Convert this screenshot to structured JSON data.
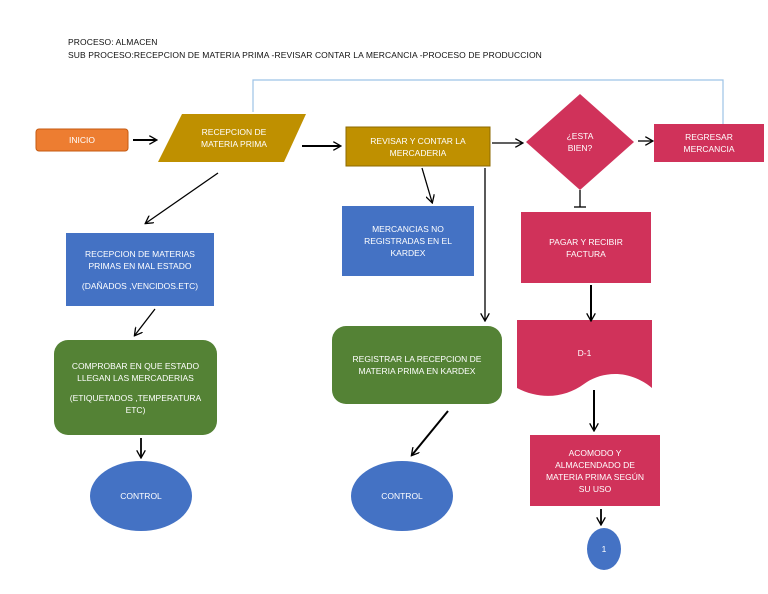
{
  "header": {
    "proceso": "PROCESO: ALMACEN",
    "sub_proceso": "SUB PROCESO:RECEPCION DE MATERIA PRIMA -REVISAR CONTAR LA MERCANCIA -PROCESO DE PRODUCCION"
  },
  "nodes": {
    "inicio": "INICIO",
    "recepcion_mp": "RECEPCION DE\nMATERIA PRIMA",
    "revisar_contar": "REVISAR Y CONTAR LA\nMERCADERIA",
    "esta_bien": "¿ESTA\nBIEN?",
    "regresar": "REGRESAR\nMERCANCIA",
    "mal_estado": "RECEPCION DE MATERIAS\nPRIMAS EN MAL ESTADO",
    "mal_estado_sub": "(DAÑADOS ,VENCIDOS.ETC)",
    "no_registradas": "MERCANCIAS NO\nREGISTRADAS EN EL\nKARDEX",
    "pagar_factura": "PAGAR Y RECIBIR\nFACTURA",
    "comprobar": "COMPROBAR EN QUE ESTADO\nLLEGAN LAS MERCADERIAS",
    "comprobar_sub": "(ETIQUETADOS ,TEMPERATURA\nETC)",
    "registrar_kardex": "REGISTRAR LA RECEPCION DE\nMATERIA PRIMA EN KARDEX",
    "documento": "D-1",
    "acomodo": "ACOMODO Y\nALMACENDADO DE\nMATERIA PRIMA SEGÚN\nSU USO",
    "control_left": "CONTROL",
    "control_mid": "CONTROL",
    "conector": "1"
  },
  "colors": {
    "orange": "#ED7D31",
    "gold": "#BF9000",
    "crimson": "#D0325A",
    "blue": "#4472C4",
    "green": "#548235",
    "ellipse_blue": "#4472C4",
    "line_blue": "#9DC3E6"
  }
}
